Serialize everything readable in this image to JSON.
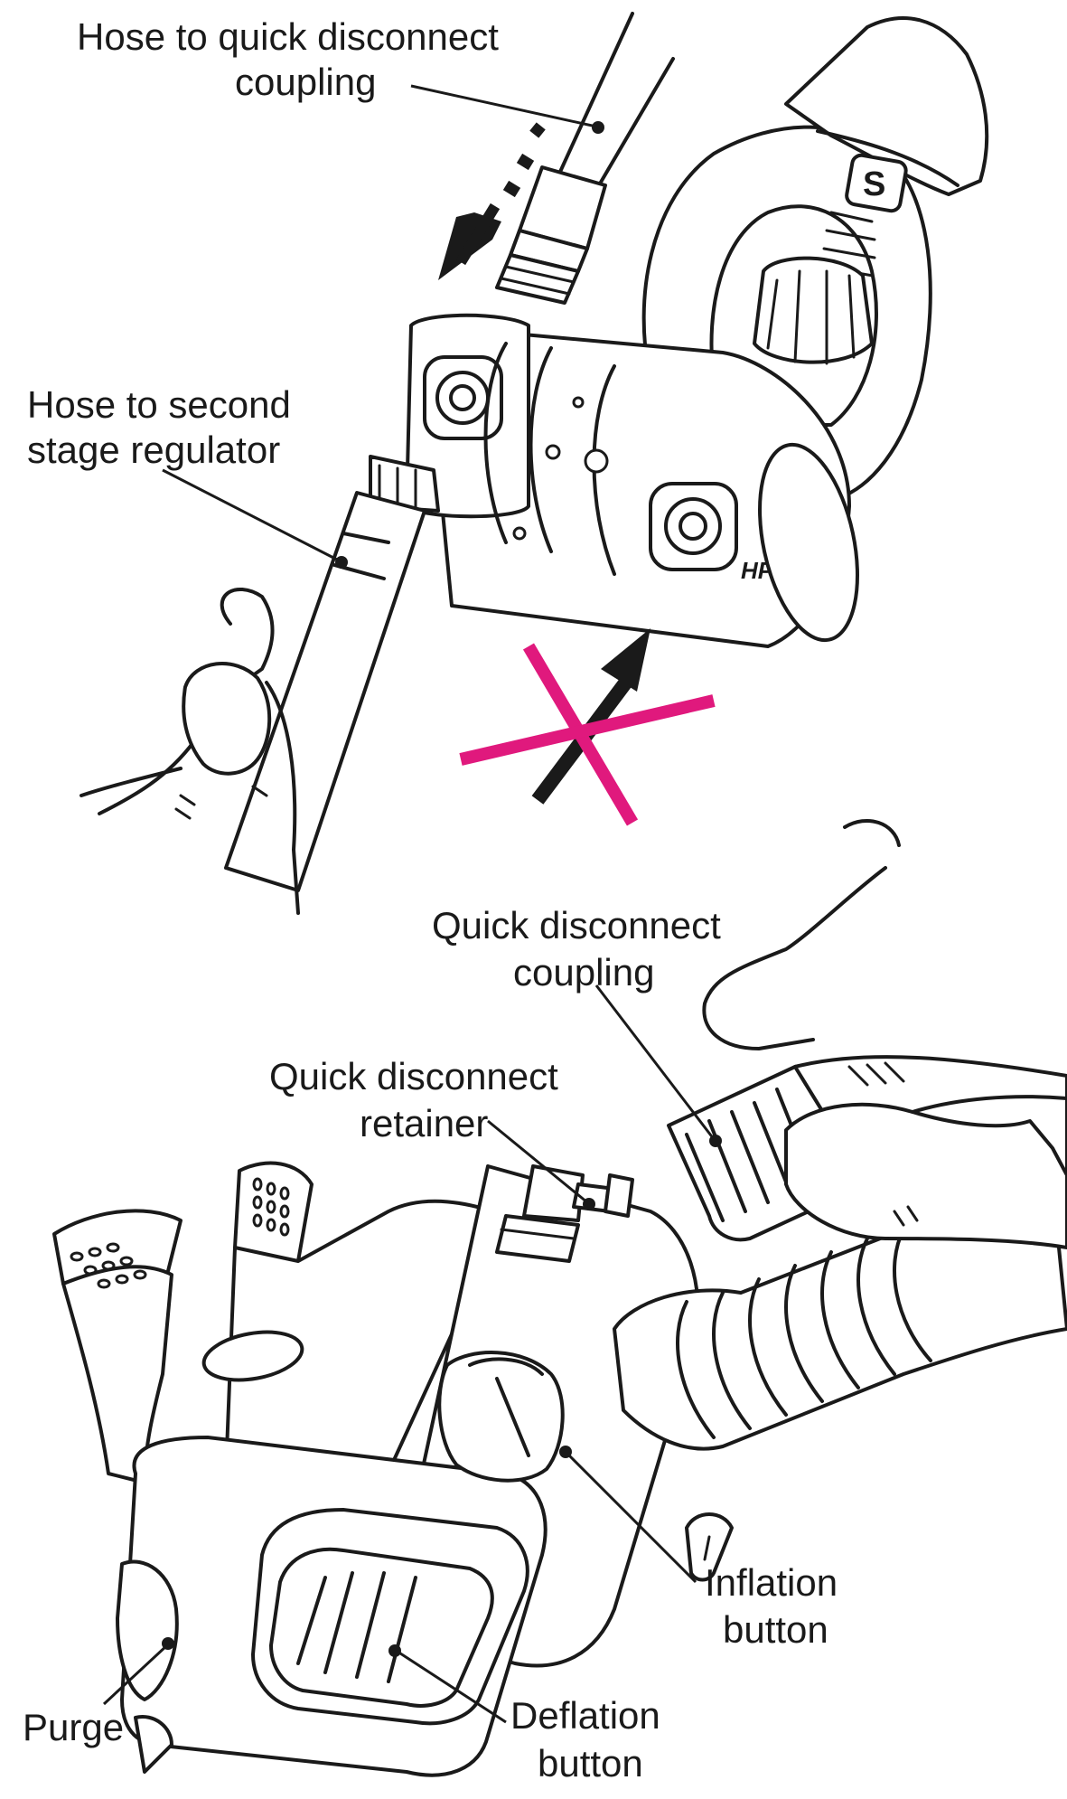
{
  "labels": {
    "hose_qd_line1": "Hose to quick disconnect",
    "hose_qd_line2": "coupling",
    "hose_second_line1": "Hose to second",
    "hose_second_line2": "stage regulator",
    "qd_coupling_line1": "Quick disconnect",
    "qd_coupling_line2": "coupling",
    "qd_retainer_line1": "Quick disconnect",
    "qd_retainer_line2": "retainer",
    "inflation_line1": "Inflation",
    "inflation_line2": "button",
    "deflation_line1": "Deflation",
    "deflation_line2": "button",
    "purge": "Purge",
    "hp_mark": "HP",
    "brand_mark": "S"
  },
  "colors": {
    "line": "#1a1a1a",
    "x_mark": "#e0197d",
    "background": "#ffffff"
  },
  "icons": {
    "wrong_way": "x-mark-icon",
    "direction_down": "arrow-down-left-icon",
    "direction_up": "arrow-up-right-icon"
  }
}
